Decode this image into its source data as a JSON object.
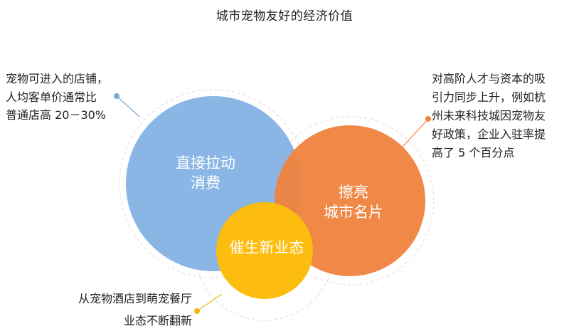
{
  "title": "城市宠物友好的经济价值",
  "colors": {
    "blue": "#8ab6e6",
    "orange": "#ef8341",
    "yellow": "#fdbd0f",
    "guide": "#e6e6e6",
    "dot_blue": "#78a9df",
    "dot_orange": "#ef8341",
    "dot_yellow": "#f2b80f"
  },
  "bubbles": {
    "blue": {
      "lines": [
        "直接拉动",
        "消费"
      ]
    },
    "orange": {
      "lines": [
        "擦亮",
        "城市名片"
      ]
    },
    "yellow": {
      "lines": [
        "催生新业态"
      ]
    }
  },
  "notes": {
    "left": {
      "lines": [
        "宠物可进入的店铺，",
        "人均客单价通常比",
        "普通店高 20－30%"
      ]
    },
    "right": {
      "lines": [
        "对高阶人才与资本的吸",
        "引力同步上升，例如杭",
        "州未来科技城因宠物友",
        "好政策，企业入驻率提",
        "高了 5 个百分点"
      ]
    },
    "bottom": {
      "lines": [
        "从宠物酒店到萌宠餐厅",
        "业态不断翻新"
      ]
    }
  }
}
